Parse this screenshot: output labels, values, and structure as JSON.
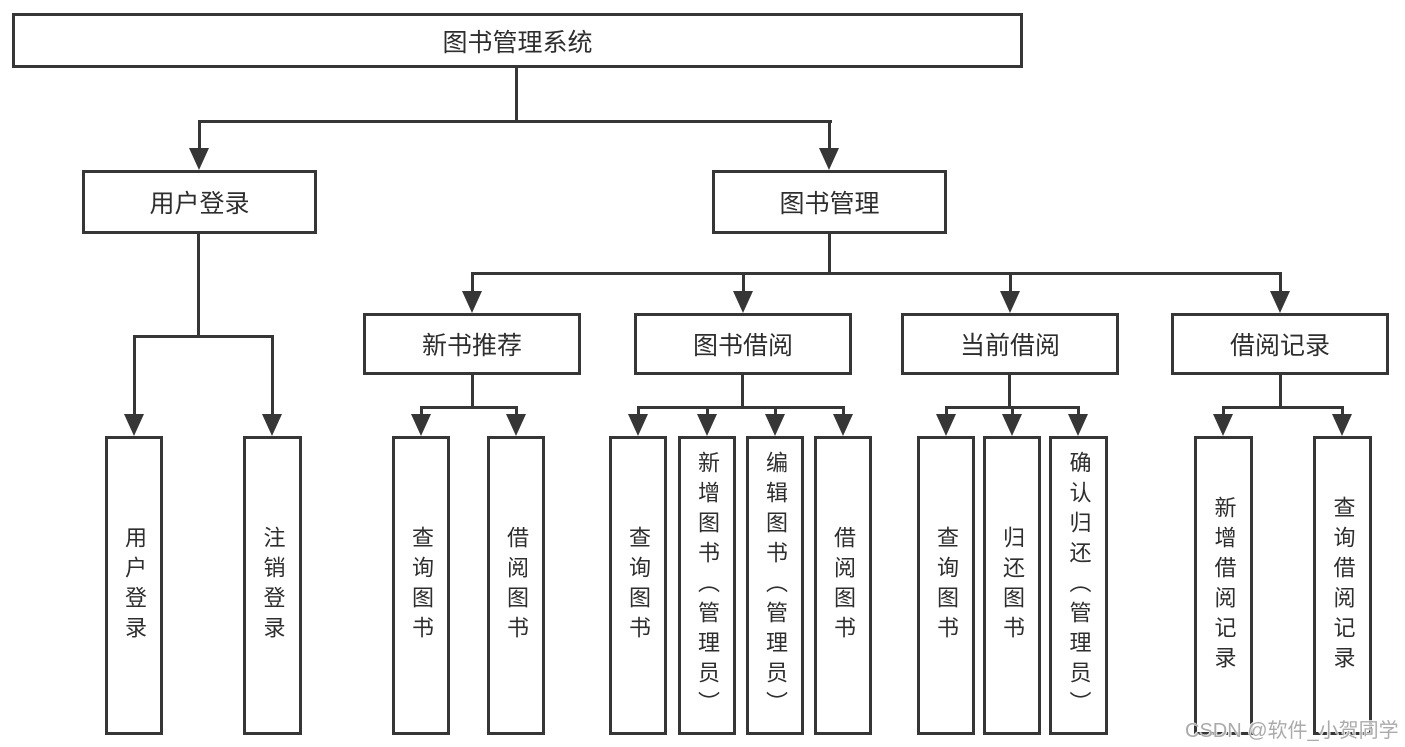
{
  "diagram": {
    "root_label": "图书管理系统",
    "branches": [
      {
        "label": "用户登录",
        "leaves": [
          "用户登录",
          "注销登录"
        ]
      },
      {
        "label": "图书管理",
        "sections": [
          {
            "label": "新书推荐",
            "leaves": [
              "查询图书",
              "借阅图书"
            ]
          },
          {
            "label": "图书借阅",
            "leaves": [
              "查询图书",
              "新增图书（管理员）",
              "编辑图书（管理员）",
              "借阅图书"
            ]
          },
          {
            "label": "当前借阅",
            "leaves": [
              "查询图书",
              "归还图书",
              "确认归还（管理员）"
            ]
          },
          {
            "label": "借阅记录",
            "leaves": [
              "新增借阅记录",
              "查询借阅记录"
            ]
          }
        ]
      }
    ],
    "watermark": "CSDN @软件_小贺同学",
    "colors": {
      "line": "#363636",
      "text": "#2e2e2e",
      "watermark": "#ababab",
      "background": "#ffffff"
    }
  }
}
